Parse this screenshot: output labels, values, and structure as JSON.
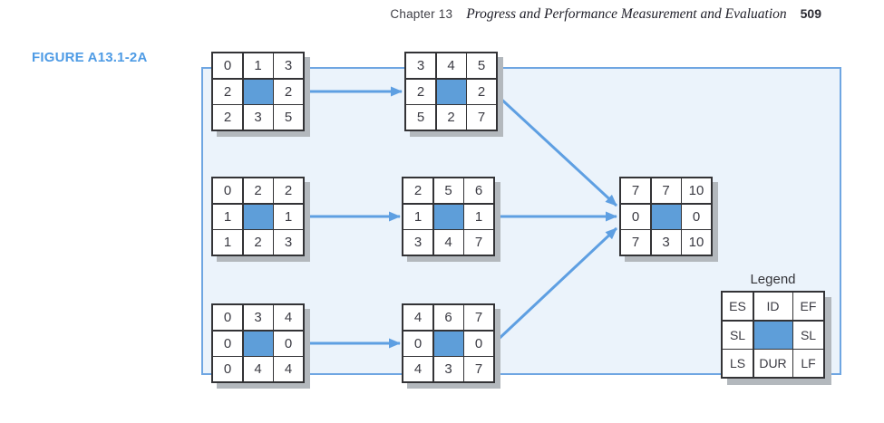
{
  "header": {
    "chapter": "Chapter 13",
    "title": "Progress and Performance Measurement and Evaluation",
    "page_number": "509"
  },
  "figure_label": "FIGURE A13.1-2A",
  "diagram": {
    "nodes": [
      {
        "name": "activity-node-1",
        "cells": [
          "0",
          "1",
          "3",
          "2",
          null,
          "2",
          "2",
          "3",
          "5"
        ]
      },
      {
        "name": "activity-node-2",
        "cells": [
          "3",
          "4",
          "5",
          "2",
          null,
          "2",
          "5",
          "2",
          "7"
        ]
      },
      {
        "name": "activity-node-3",
        "cells": [
          "0",
          "2",
          "2",
          "1",
          null,
          "1",
          "1",
          "2",
          "3"
        ]
      },
      {
        "name": "activity-node-4",
        "cells": [
          "2",
          "5",
          "6",
          "1",
          null,
          "1",
          "3",
          "4",
          "7"
        ]
      },
      {
        "name": "activity-node-5",
        "cells": [
          "7",
          "7",
          "10",
          "0",
          null,
          "0",
          "7",
          "3",
          "10"
        ]
      },
      {
        "name": "activity-node-6",
        "cells": [
          "0",
          "3",
          "4",
          "0",
          null,
          "0",
          "0",
          "4",
          "4"
        ]
      },
      {
        "name": "activity-node-7",
        "cells": [
          "4",
          "6",
          "7",
          "0",
          null,
          "0",
          "4",
          "3",
          "7"
        ]
      }
    ],
    "legend": {
      "title": "Legend",
      "cells": [
        "ES",
        "ID",
        "EF",
        "SL",
        null,
        "SL",
        "LS",
        "DUR",
        "LF"
      ]
    },
    "colors": {
      "activity_fill_blue": "#5e9ed9",
      "arrow_blue": "#5e9fe2",
      "panel_fill": "#ebf3fb",
      "panel_border": "#6fa6e2",
      "figure_label_blue": "#4e9be5",
      "node_shadow_gray": "#b3b8bd"
    }
  }
}
